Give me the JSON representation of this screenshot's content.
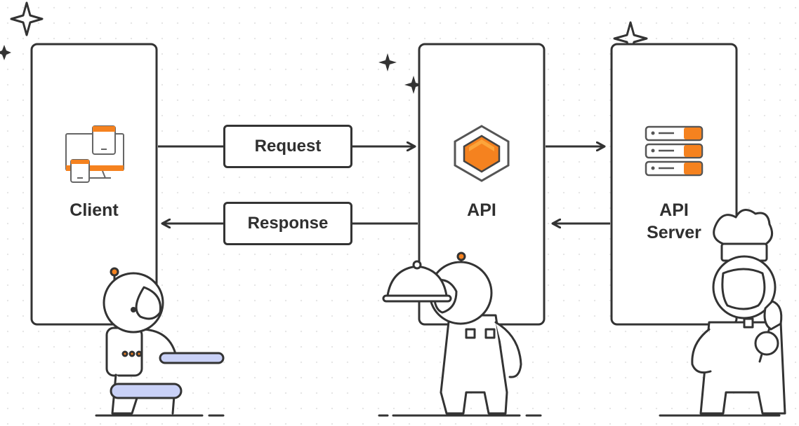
{
  "nodes": {
    "client": {
      "label": "Client"
    },
    "api": {
      "label": "API"
    },
    "api_server": {
      "label_line1": "API",
      "label_line2": "Server"
    }
  },
  "edges": {
    "request": {
      "label": "Request"
    },
    "response": {
      "label": "Response"
    }
  },
  "icons": {
    "client": "devices-icon",
    "api": "hexagon-icon",
    "api_server": "server-stack-icon"
  },
  "colors": {
    "accent": "#f5821f",
    "accent_light": "#ffb347",
    "stroke": "#333333",
    "mascot_blue": "#c9d1f7"
  }
}
